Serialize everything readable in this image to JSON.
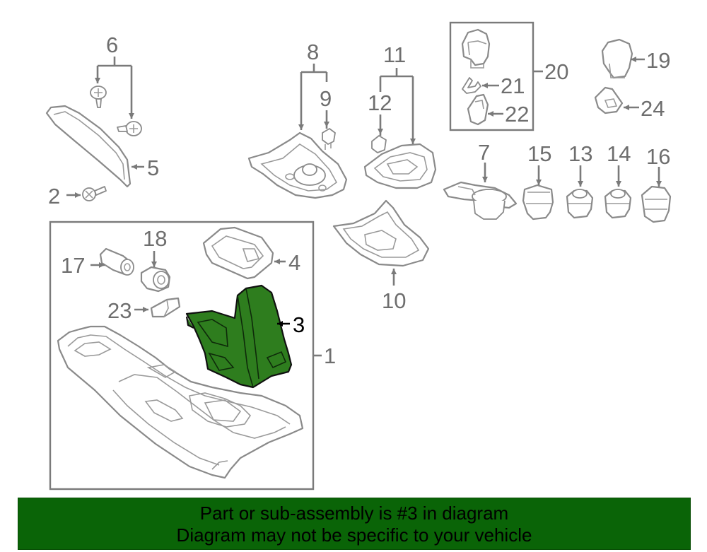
{
  "diagram": {
    "callouts": [
      {
        "id": "1",
        "label": "1",
        "highlighted": false
      },
      {
        "id": "2",
        "label": "2",
        "highlighted": false
      },
      {
        "id": "3",
        "label": "3",
        "highlighted": true
      },
      {
        "id": "4",
        "label": "4",
        "highlighted": false
      },
      {
        "id": "5",
        "label": "5",
        "highlighted": false
      },
      {
        "id": "6",
        "label": "6",
        "highlighted": false
      },
      {
        "id": "7",
        "label": "7",
        "highlighted": false
      },
      {
        "id": "8",
        "label": "8",
        "highlighted": false
      },
      {
        "id": "9",
        "label": "9",
        "highlighted": false
      },
      {
        "id": "10",
        "label": "10",
        "highlighted": false
      },
      {
        "id": "11",
        "label": "11",
        "highlighted": false
      },
      {
        "id": "12",
        "label": "12",
        "highlighted": false
      },
      {
        "id": "13",
        "label": "13",
        "highlighted": false
      },
      {
        "id": "14",
        "label": "14",
        "highlighted": false
      },
      {
        "id": "15",
        "label": "15",
        "highlighted": false
      },
      {
        "id": "16",
        "label": "16",
        "highlighted": false
      },
      {
        "id": "17",
        "label": "17",
        "highlighted": false
      },
      {
        "id": "18",
        "label": "18",
        "highlighted": false
      },
      {
        "id": "19",
        "label": "19",
        "highlighted": false
      },
      {
        "id": "20",
        "label": "20",
        "highlighted": false
      },
      {
        "id": "21",
        "label": "21",
        "highlighted": false
      },
      {
        "id": "22",
        "label": "22",
        "highlighted": false
      },
      {
        "id": "23",
        "label": "23",
        "highlighted": false
      },
      {
        "id": "24",
        "label": "24",
        "highlighted": false
      }
    ],
    "highlight_color": "#2e7d1e",
    "line_color": "#7a7a7a"
  },
  "footer": {
    "line1": "Part or sub-assembly is #3 in diagram",
    "line2": "Diagram may not be specific to your vehicle",
    "background": "#0a6407"
  }
}
